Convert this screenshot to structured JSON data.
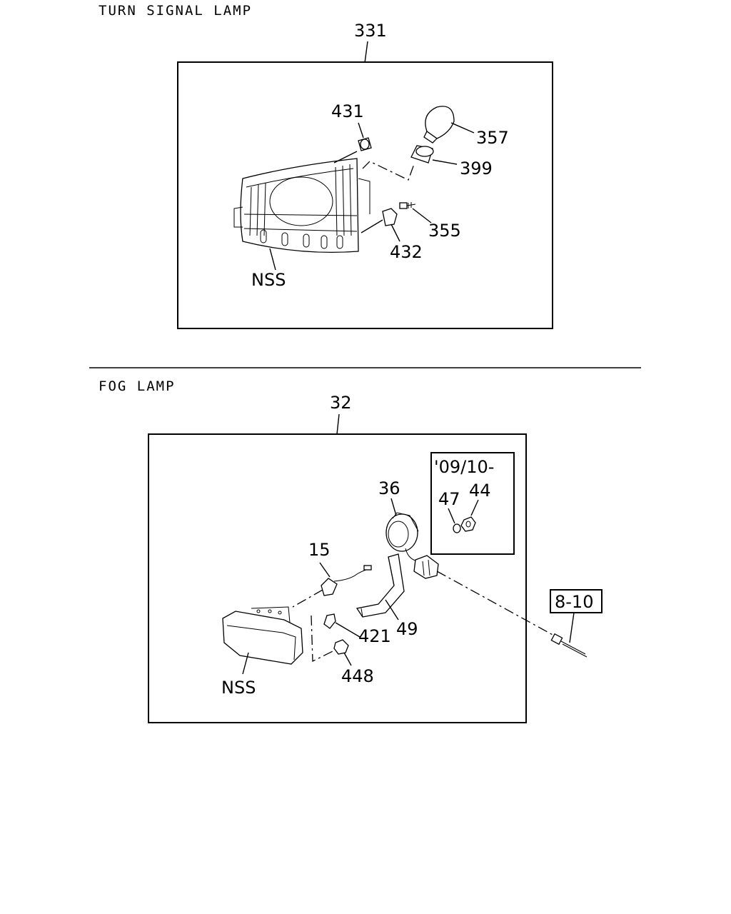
{
  "sections": {
    "turn_signal": {
      "title": "TURN SIGNAL LAMP",
      "assembly_no": "331",
      "callouts": {
        "c431": "431",
        "c357": "357",
        "c399": "399",
        "c355": "355",
        "c432": "432",
        "nss": "NSS"
      }
    },
    "fog_lamp": {
      "title": "FOG LAMP",
      "assembly_no": "32",
      "inset_label": "'09/10-",
      "reference": "8-10",
      "callouts": {
        "c36": "36",
        "c47": "47",
        "c44": "44",
        "c15": "15",
        "c421": "421",
        "c49": "49",
        "c448": "448",
        "nss": "NSS"
      }
    }
  }
}
